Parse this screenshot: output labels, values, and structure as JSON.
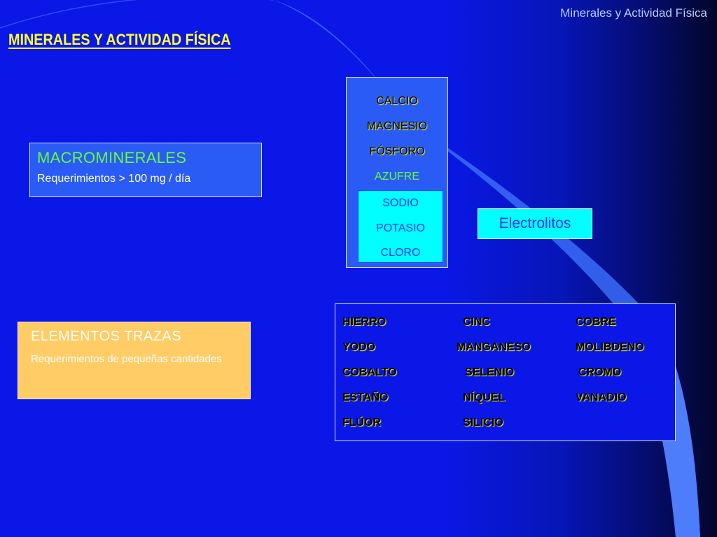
{
  "header": {
    "title": "Minerales y Actividad Física"
  },
  "page_title": "MINERALES Y ACTIVIDAD FÍSICA",
  "macrominerales": {
    "title": "MACROMINERALES",
    "requirement": "Requerimientos > 100 mg / día"
  },
  "elementos_trazas": {
    "title": "ELEMENTOS TRAZAS",
    "requirement": "Requerimientos de pequeñas cantidades"
  },
  "macro_list": [
    "CALCIO",
    "MAGNESIO",
    "FÓSFORO",
    "AZUFRE"
  ],
  "electrolytes": [
    "SODIO",
    "POTASIO",
    "CLORO"
  ],
  "electrolitos_label": "Electrolitos",
  "trace_elements": [
    [
      "HIERRO",
      "CINC",
      "COBRE"
    ],
    [
      "YODO",
      "MANGANESO",
      "MOLIBDENO"
    ],
    [
      "COBALTO",
      "SELENIO",
      "CROMO"
    ],
    [
      "ESTAÑO",
      "NÍQUEL",
      "VANADIO"
    ],
    [
      "FLÚOR",
      "SILICIO"
    ]
  ],
  "colors": {
    "background": "#0a17e6",
    "title_yellow": "#ffff33",
    "macro_green": "#66ff33",
    "trace_box": "#ffcc66",
    "electrolyte_cyan": "#00ffff"
  }
}
